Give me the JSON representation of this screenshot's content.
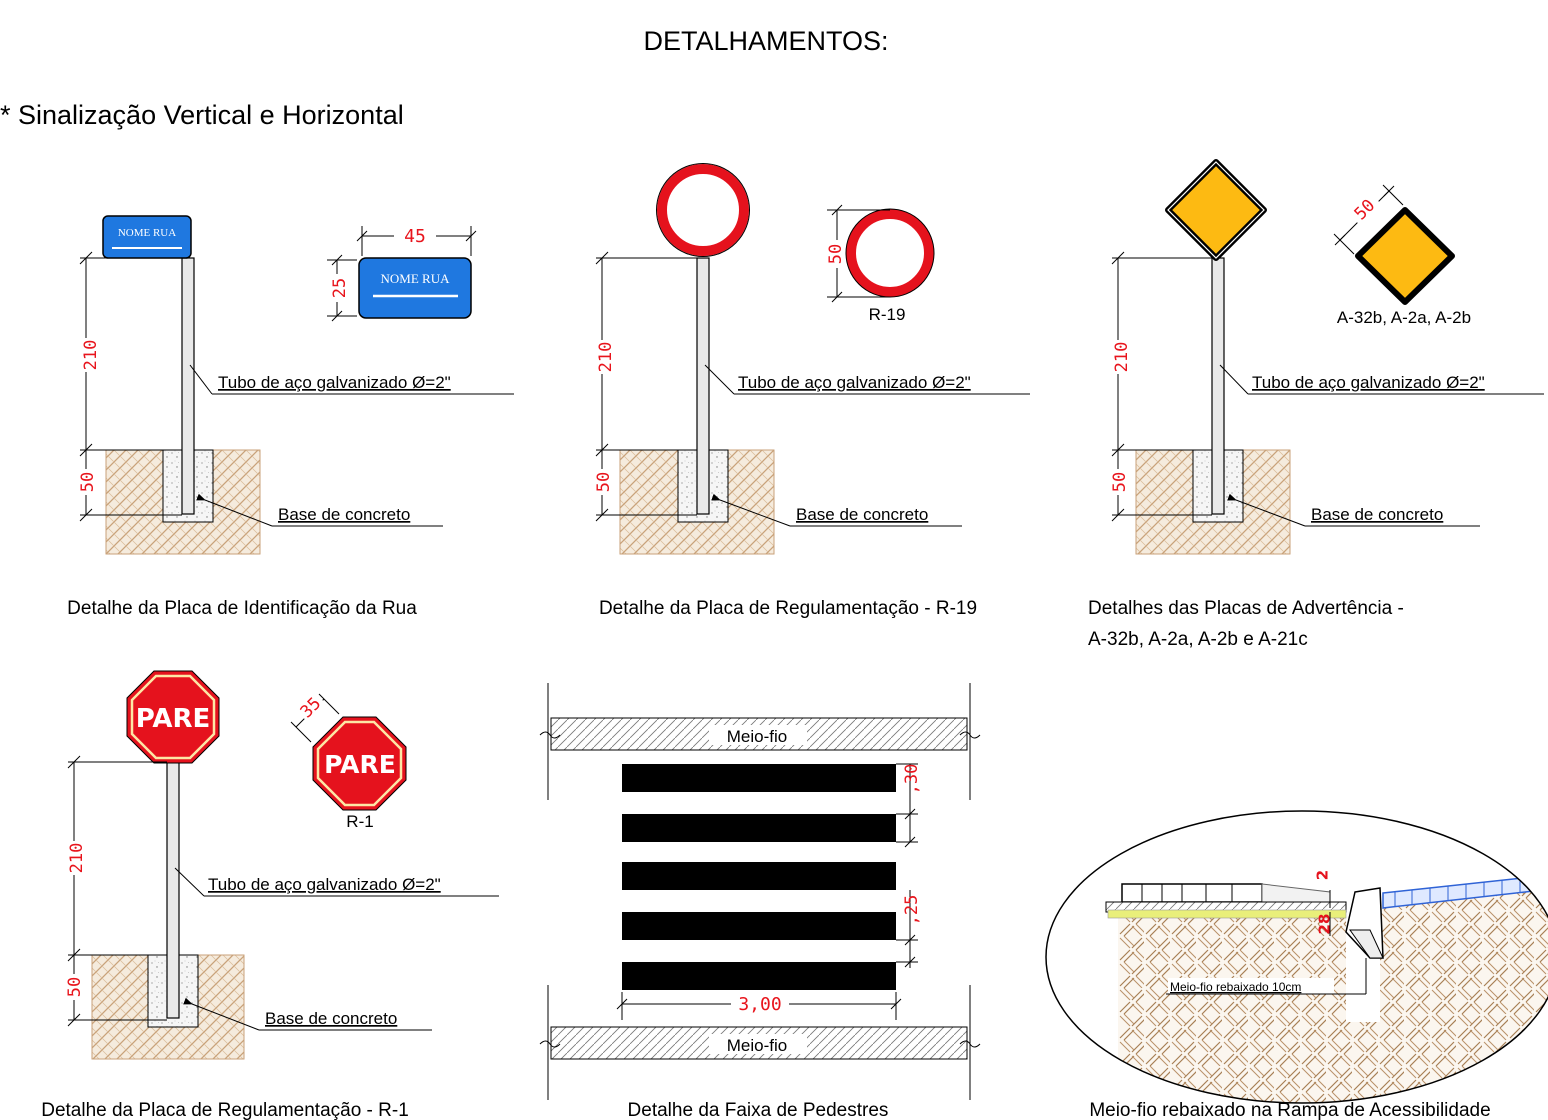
{
  "sheet": {
    "title": "DETALHAMENTOS:",
    "section": "* Sinalização Vertical e Horizontal"
  },
  "signs": {
    "street_name": "NOME RUA",
    "stop": "PARE",
    "r19_code": "R-19",
    "r1_code": "R-1",
    "warning_codes": "A-32b, A-2a, A-2b"
  },
  "labels": {
    "pole": "Tubo de aço galvanizado Ø=2\"",
    "base": "Base de concreto",
    "curb": "Meio-fio",
    "curb_lowered": "Meio-fio rebaixado 10cm"
  },
  "dimensions": {
    "pole_height": "210",
    "base_depth": "50",
    "street_sign_width": "45",
    "street_sign_height": "25",
    "r19_diameter": "50",
    "warning_side": "50",
    "stop_side": "35",
    "stripe_width": ",30",
    "stripe_gap": ",25",
    "crossing_length": "3,00",
    "ramp_step": "2",
    "ramp_height": "28"
  },
  "captions": {
    "street": "Detalhe da Placa de Identificação da Rua",
    "r19": "Detalhe da Placa de Regulamentação - R-19",
    "warning_1": "Detalhes das Placas de Advertência -",
    "warning_2": "A-32b, A-2a, A-2b e A-21c",
    "r1": "Detalhe da Placa de Regulamentação - R-1",
    "crossing": "Detalhe da Faixa de Pedestres",
    "ramp": "Meio-fio rebaixado na Rampa de Acessibilidade"
  },
  "colors": {
    "street_sign": "#1f78e0",
    "regulation_red": "#e5121d",
    "warning_yellow": "#fdba12",
    "soil": "#c9a27a",
    "dimension_red": "#e8141c"
  }
}
